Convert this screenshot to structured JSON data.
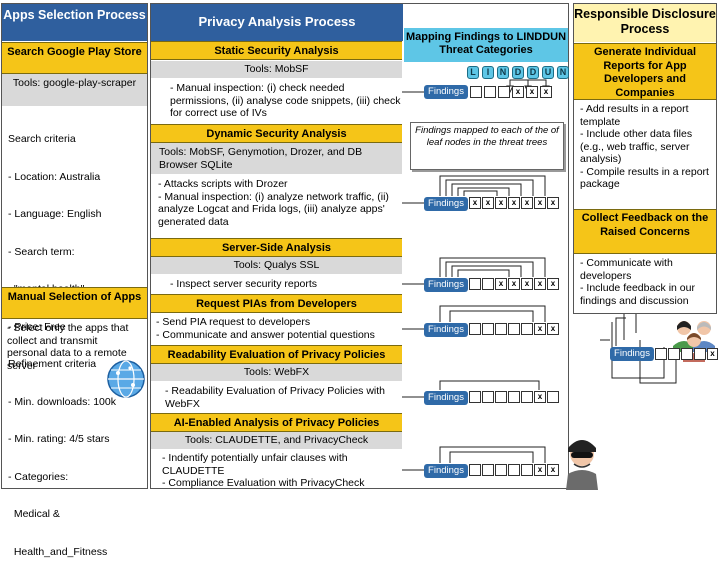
{
  "left": {
    "title": "Apps Selection Process",
    "search_header": "Search Google Play Store",
    "tools": "Tools: google-play-scraper",
    "criteria": [
      "Search criteria",
      "- Location: Australia",
      "- Language: English",
      "- Search term:",
      "  \"mental health\"",
      "- Price: Free",
      "Refinement criteria",
      "- Min. downloads: 100k",
      "- Min. rating: 4/5 stars",
      "- Categories:",
      "  Medical &",
      "  Health_and_Fitness"
    ],
    "manual_header": "Manual Selection of Apps",
    "manual_text": "- Select only the apps that collect and transmit personal data to a remote server"
  },
  "middle": {
    "title": "Privacy Analysis Process",
    "mapping_header": "Mapping Findings to LINDDUN Threat Categories",
    "linddun": [
      "L",
      "I",
      "N",
      "D",
      "D",
      "U",
      "N"
    ],
    "note": "Findings mapped to each of the of leaf nodes in the threat trees",
    "findings_label": "Findings",
    "sections": [
      {
        "title": "Static Security Analysis",
        "tools": "Tools: MobSF",
        "text": "- Manual inspection: (i) check needed permissions, (ii) analyse code snippets, (iii) check for correct use of IVs"
      },
      {
        "title": "Dynamic Security Analysis",
        "tools": "Tools: MobSF, Genymotion, Drozer, and DB Browser SQLite",
        "text": "- Attacks scripts with Drozer\n- Manual inspection: (i) analyze network traffic, (ii) analyze Logcat  and Frida logs, (iii) analyze apps' generated data"
      },
      {
        "title": "Server-Side Analysis",
        "tools": "Tools: Qualys SSL",
        "text": "- Inspect server security reports"
      },
      {
        "title": "Request PIAs from Developers",
        "tools": "",
        "text": "- Send PIA request to developers\n- Communicate and answer potential questions"
      },
      {
        "title": "Readability Evaluation of Privacy Policies",
        "tools": "Tools: WebFX",
        "text": "- Readability Evaluation of Privacy Policies with WebFX"
      },
      {
        "title": "AI-Enabled Analysis of Privacy Policies",
        "tools": "Tools: CLAUDETTE, and PrivacyCheck",
        "text": "- Indentify potentially unfair clauses with CLAUDETTE\n- Compliance Evaluation with PrivacyCheck"
      }
    ]
  },
  "right": {
    "title": "Responsible Disclosure Process",
    "gen_header": "Generate Individual Reports for App Developers and Companies",
    "gen_text": "- Add results in a report template\n- Include other data files (e.g., web traffic, server analysis)\n- Compile results in a report package",
    "collect_header": "Collect Feedback on the Raised Concerns",
    "collect_text": "- Communicate with developers\n- Include feedback in our findings and discussion",
    "findings_label": "Findings"
  },
  "icons": [
    "globe-icon",
    "hacker-icon",
    "people-icon"
  ],
  "colors": {
    "blue": "#2f5f9e",
    "orange": "#f5c518",
    "teal": "#5ec6e6",
    "findings": "#2f6aa8"
  }
}
